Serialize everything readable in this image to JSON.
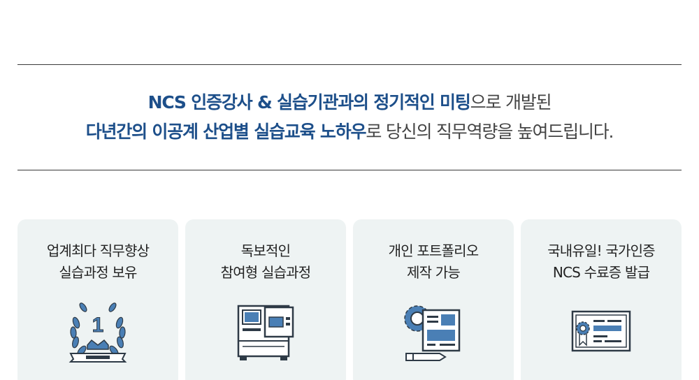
{
  "intro": {
    "line1": {
      "strong": "NCS 인증강사 & 실습기관과의 정기적인 미팅",
      "plain": "으로 개발된"
    },
    "line2": {
      "strong": "다년간의 이공계 산업별 실습교육 노하우",
      "plain": "로 당신의 직무역량을 높여드립니다."
    }
  },
  "cards": [
    {
      "line1": "업계최다 직무향상",
      "line2": "실습과정 보유",
      "icon": "laurel-medal-icon"
    },
    {
      "line1": "독보적인",
      "line2": "참여형 실습과정",
      "icon": "machine-icon"
    },
    {
      "line1": "개인 포트폴리오",
      "line2": "제작 가능",
      "icon": "portfolio-icon"
    },
    {
      "line1": "국내유일! 국가인증",
      "line2": "NCS 수료증 발급",
      "icon": "certificate-icon"
    }
  ],
  "colors": {
    "accent": "#1d4f8a",
    "icon_blue": "#4a7fb5",
    "card_bg": "#eef3f3",
    "icon_dark": "#2e3a46"
  }
}
